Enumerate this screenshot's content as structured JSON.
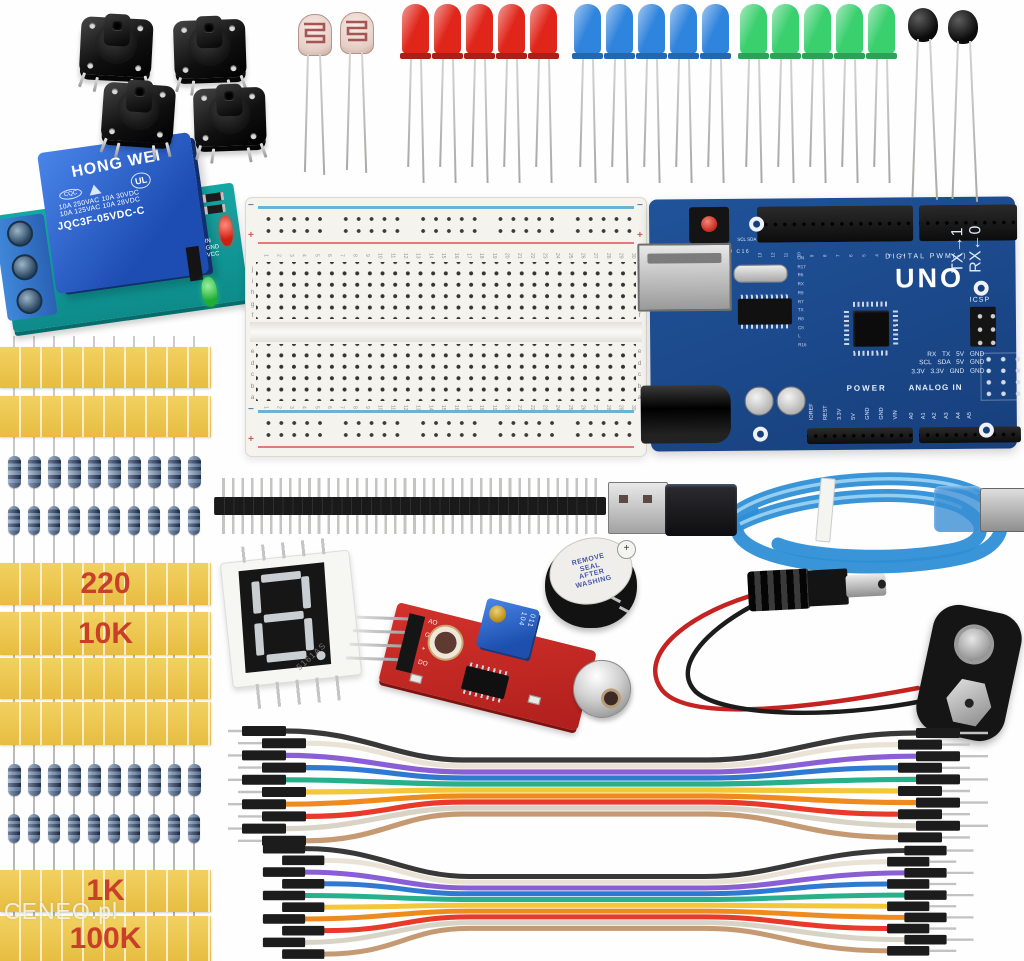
{
  "watermark": {
    "text": "CENEO.pl"
  },
  "colors": {
    "tape_yellow": "#ecc44f",
    "tape_label": "#c8402a",
    "arduino_pcb": "#1d4e94",
    "relay_pcb": "#12a3a1",
    "relay_cube": "#2a5cd0",
    "sensor_pcb": "#c62c28",
    "usb_cable": "#2e8ed6"
  },
  "kit": {
    "push_buttons": {
      "count": 4
    },
    "photoresistors": {
      "count": 2
    },
    "thermistors": {
      "count": 2
    },
    "led_groups": [
      {
        "color_name": "red",
        "hex": "#e0261b",
        "count": 5
      },
      {
        "color_name": "blue",
        "hex": "#2f84dd",
        "count": 5
      },
      {
        "color_name": "green",
        "hex": "#3ad06e",
        "count": 5
      }
    ],
    "relay_module": {
      "brand": "HONG WEI",
      "cert_oval": "CQC",
      "cert_ul": "UL",
      "rating_line1": "10A 250VAC 10A 30VDC",
      "rating_line2": "10A 125VAC 10A 28VDC",
      "model": "JQC3F-05VDC-C",
      "pin_labels": [
        "IN",
        "GND",
        "VCC"
      ]
    },
    "breadboard": {
      "points": 400,
      "column_numbers": [
        "1",
        "2",
        "3",
        "4",
        "5",
        "6",
        "7",
        "8",
        "9",
        "10",
        "11",
        "12",
        "13",
        "14",
        "15",
        "16",
        "17",
        "18",
        "19",
        "20",
        "21",
        "22",
        "23",
        "24",
        "25",
        "26",
        "27",
        "28",
        "29",
        "30"
      ],
      "row_letters_top": [
        "j",
        "i",
        "h",
        "g",
        "f"
      ],
      "row_letters_bottom": [
        "e",
        "d",
        "c",
        "b",
        "a"
      ],
      "plus": "+",
      "minus": "−"
    },
    "arduino": {
      "title": "UNO",
      "digital_label": "DIGITAL PWM(~)",
      "power_label": "POWER",
      "analog_label": "ANALOG IN",
      "icsp_label": "ICSP",
      "header_silk": "SCL SDA",
      "top_refs": "C21 C20 C16",
      "side_refs": [
        "ON",
        "R17",
        "R6",
        "RX",
        "R9",
        "R7",
        "TX",
        "R8",
        "C8",
        "L",
        "R16"
      ],
      "digital_pins": [
        "13",
        "12",
        "11",
        "10",
        "9",
        "8",
        "7",
        "6",
        "5",
        "4",
        "3",
        "2"
      ],
      "corner_pins": [
        "TX→1",
        "RX←0"
      ],
      "comm_lines": [
        "RX TX 5V GND",
        "SCL SDA 5V GND",
        "3.3V 3.3V GND GND"
      ],
      "power_pins": [
        "IOREF",
        "REST",
        "3.3V",
        "5V",
        "GND",
        "GND",
        "VIN"
      ],
      "analog_pins": [
        "A0",
        "A1",
        "A2",
        "A3",
        "A4",
        "A5"
      ]
    },
    "resistor_tapes": {
      "value_labels": [
        "220",
        "10K",
        "1K",
        "100K"
      ],
      "resistors_per_row": 10,
      "rows": 4
    },
    "pin_header": {
      "pins": 40
    },
    "seven_segment": {
      "digit": "8",
      "marking": "5161AS"
    },
    "sound_sensor": {
      "pin_labels": [
        "AO",
        "G",
        "+",
        "DO"
      ],
      "pot_marking_top": "104",
      "pot_marking_bottom": "011"
    },
    "buzzer": {
      "label_lines": [
        "REMOVE",
        "SEAL",
        "AFTER",
        "WASHING"
      ],
      "polarity": "+"
    },
    "usb_cable": {
      "color": "#2e8ed6"
    },
    "battery_snap": {
      "wire_colors": [
        "#c42322",
        "#1c1c1c"
      ]
    },
    "jumper_wires": {
      "bundles": 2,
      "wires_per_bundle": 10,
      "colors": [
        "#383838",
        "#eae3d5",
        "#8a5fd6",
        "#3079d0",
        "#27b08b",
        "#f2c73a",
        "#ef8a1f",
        "#e8392a",
        "#d9d3c5",
        "#c59a72"
      ]
    }
  }
}
